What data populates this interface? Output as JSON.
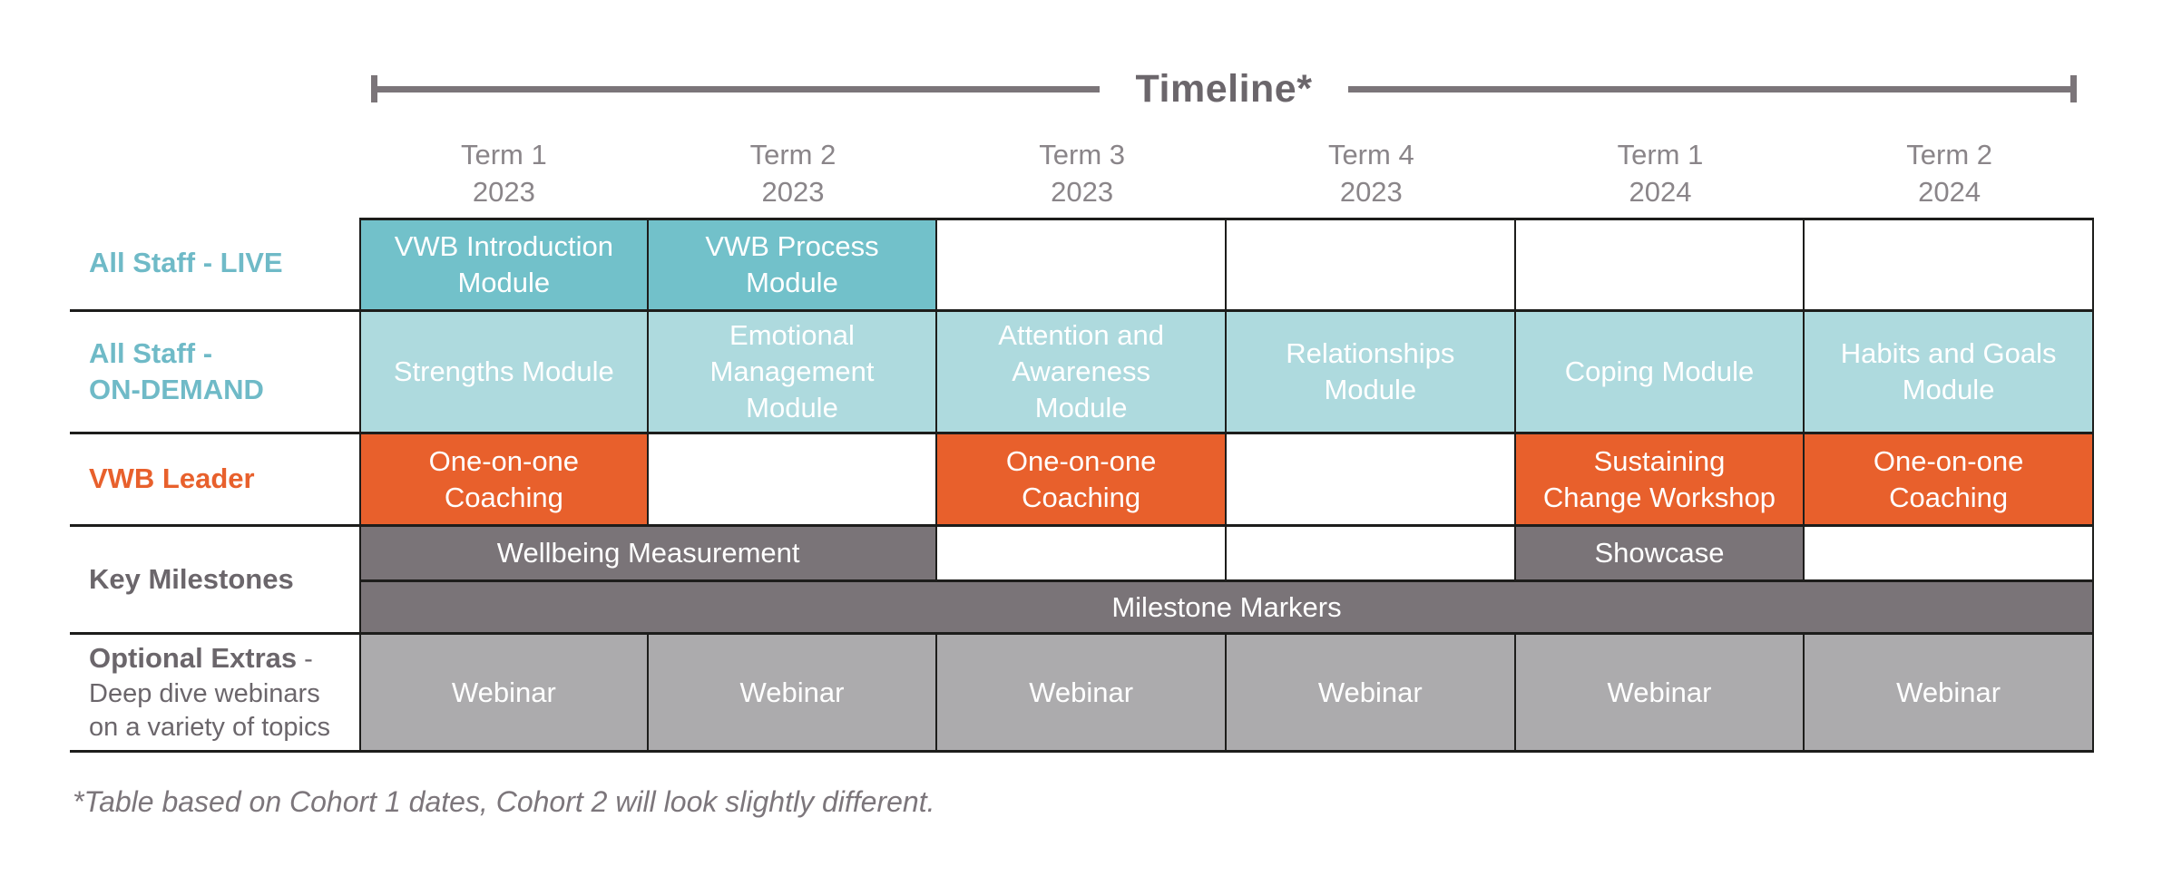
{
  "title": {
    "text": "Timeline*"
  },
  "columns": [
    {
      "term": "Term 1",
      "year": "2023"
    },
    {
      "term": "Term 2",
      "year": "2023"
    },
    {
      "term": "Term 3",
      "year": "2023"
    },
    {
      "term": "Term 4",
      "year": "2023"
    },
    {
      "term": "Term 1",
      "year": "2024"
    },
    {
      "term": "Term 2",
      "year": "2024"
    }
  ],
  "rows": {
    "all_staff_live": {
      "label": "All Staff - LIVE",
      "cells": [
        "VWB Introduction Module",
        "VWB Process Module",
        "",
        "",
        "",
        ""
      ]
    },
    "all_staff_on_demand": {
      "label_line1": "All Staff -",
      "label_line2": "ON-DEMAND",
      "cells": [
        "Strengths Module",
        "Emotional Management Module",
        "Attention and Awareness Module",
        "Relationships Module",
        "Coping Module",
        "Habits and Goals Module"
      ]
    },
    "vwb_leader": {
      "label": "VWB Leader",
      "cells": [
        "One-on-one Coaching",
        "",
        "One-on-one Coaching",
        "",
        "Sustaining Change Workshop",
        "One-on-one Coaching"
      ]
    },
    "key_milestones": {
      "label": "Key Milestones",
      "wellbeing": "Wellbeing Measurement",
      "showcase": "Showcase",
      "milestone_markers": "Milestone Markers"
    },
    "optional_extras": {
      "label_bold": "Optional Extras",
      "label_dash": " -",
      "label_line2": "Deep dive webinars",
      "label_line3": "on a variety of topics",
      "cells": [
        "Webinar",
        "Webinar",
        "Webinar",
        "Webinar",
        "Webinar",
        "Webinar"
      ]
    }
  },
  "footnote": "*Table based on Cohort 1 dates, Cohort 2 will look slightly different.",
  "colors": {
    "teal_dark": "#72c1ca",
    "teal_light": "#aedade",
    "orange": "#e8602c",
    "gray_dark_band": "#7a7478",
    "gray_webinar": "#acabad",
    "label_teal": "#6fbac7",
    "label_gray": "#6b666b",
    "header_text": "#8a8589",
    "timeline_line": "#7b7579",
    "border": "#1d1d1b",
    "cell_text": "#ffffff"
  }
}
